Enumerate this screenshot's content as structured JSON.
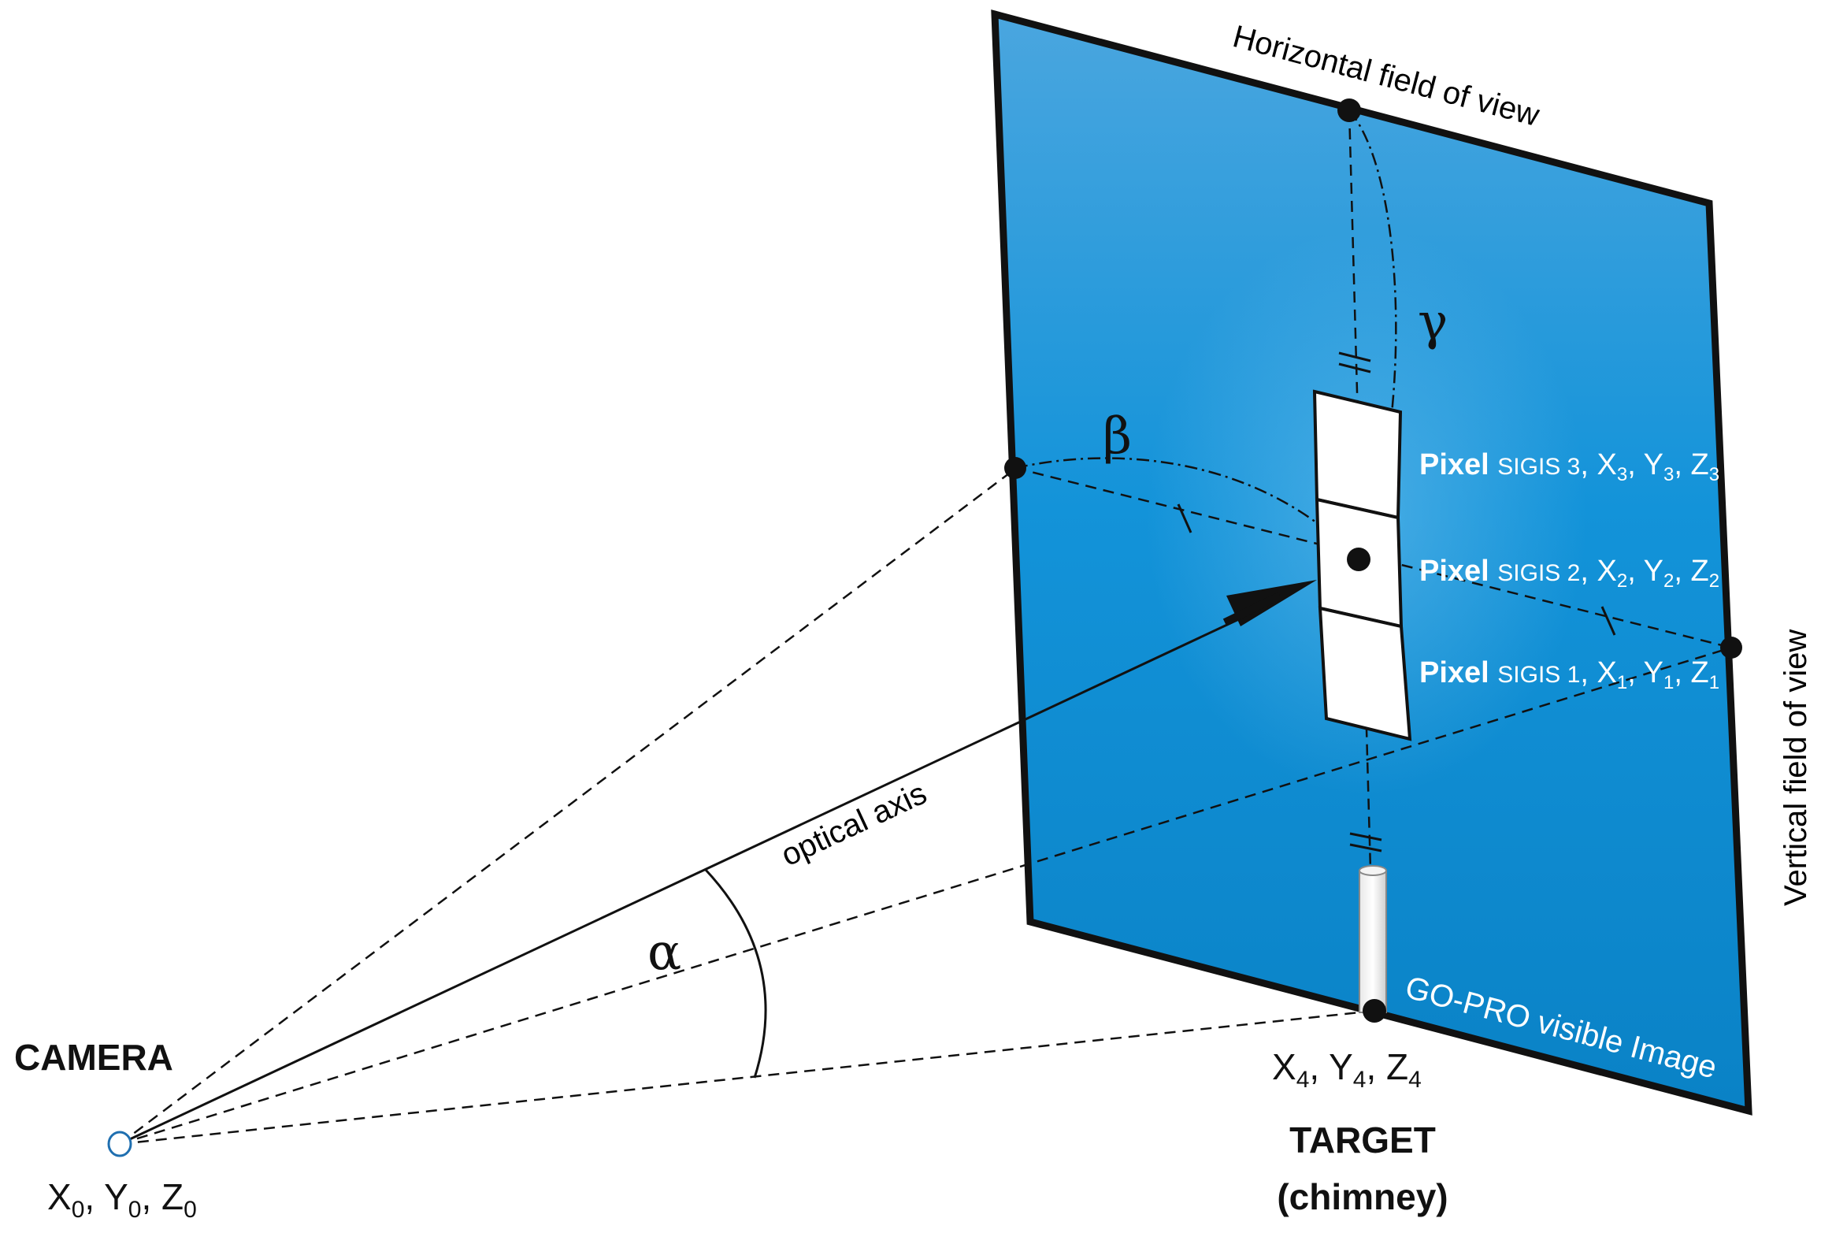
{
  "camera": {
    "label": "CAMERA",
    "coords": {
      "x": "X",
      "y": "Y",
      "z": "Z",
      "sub": "0"
    }
  },
  "target": {
    "coords": {
      "x": "X",
      "y": "Y",
      "z": "Z",
      "sub": "4"
    },
    "label": "TARGET",
    "sublabel": "(chimney)"
  },
  "plane": {
    "caption": "GO-PRO visible Image",
    "color": "#0a8fd6"
  },
  "axes": {
    "horizontal_fov": "Horizontal field of view",
    "vertical_fov": "Vertical field of view",
    "optical_axis": "optical axis"
  },
  "angles": {
    "alpha": "α",
    "beta": "β",
    "gamma": "γ"
  },
  "pixels": [
    {
      "word": "Pixel",
      "name": "SIGIS 3",
      "x": "X",
      "y": "Y",
      "z": "Z",
      "sub": "3"
    },
    {
      "word": "Pixel",
      "name": "SIGIS 2",
      "x": "X",
      "y": "Y",
      "z": "Z",
      "sub": "2"
    },
    {
      "word": "Pixel",
      "name": "SIGIS 1",
      "x": "X",
      "y": "Y",
      "z": "Z",
      "sub": "1"
    }
  ]
}
